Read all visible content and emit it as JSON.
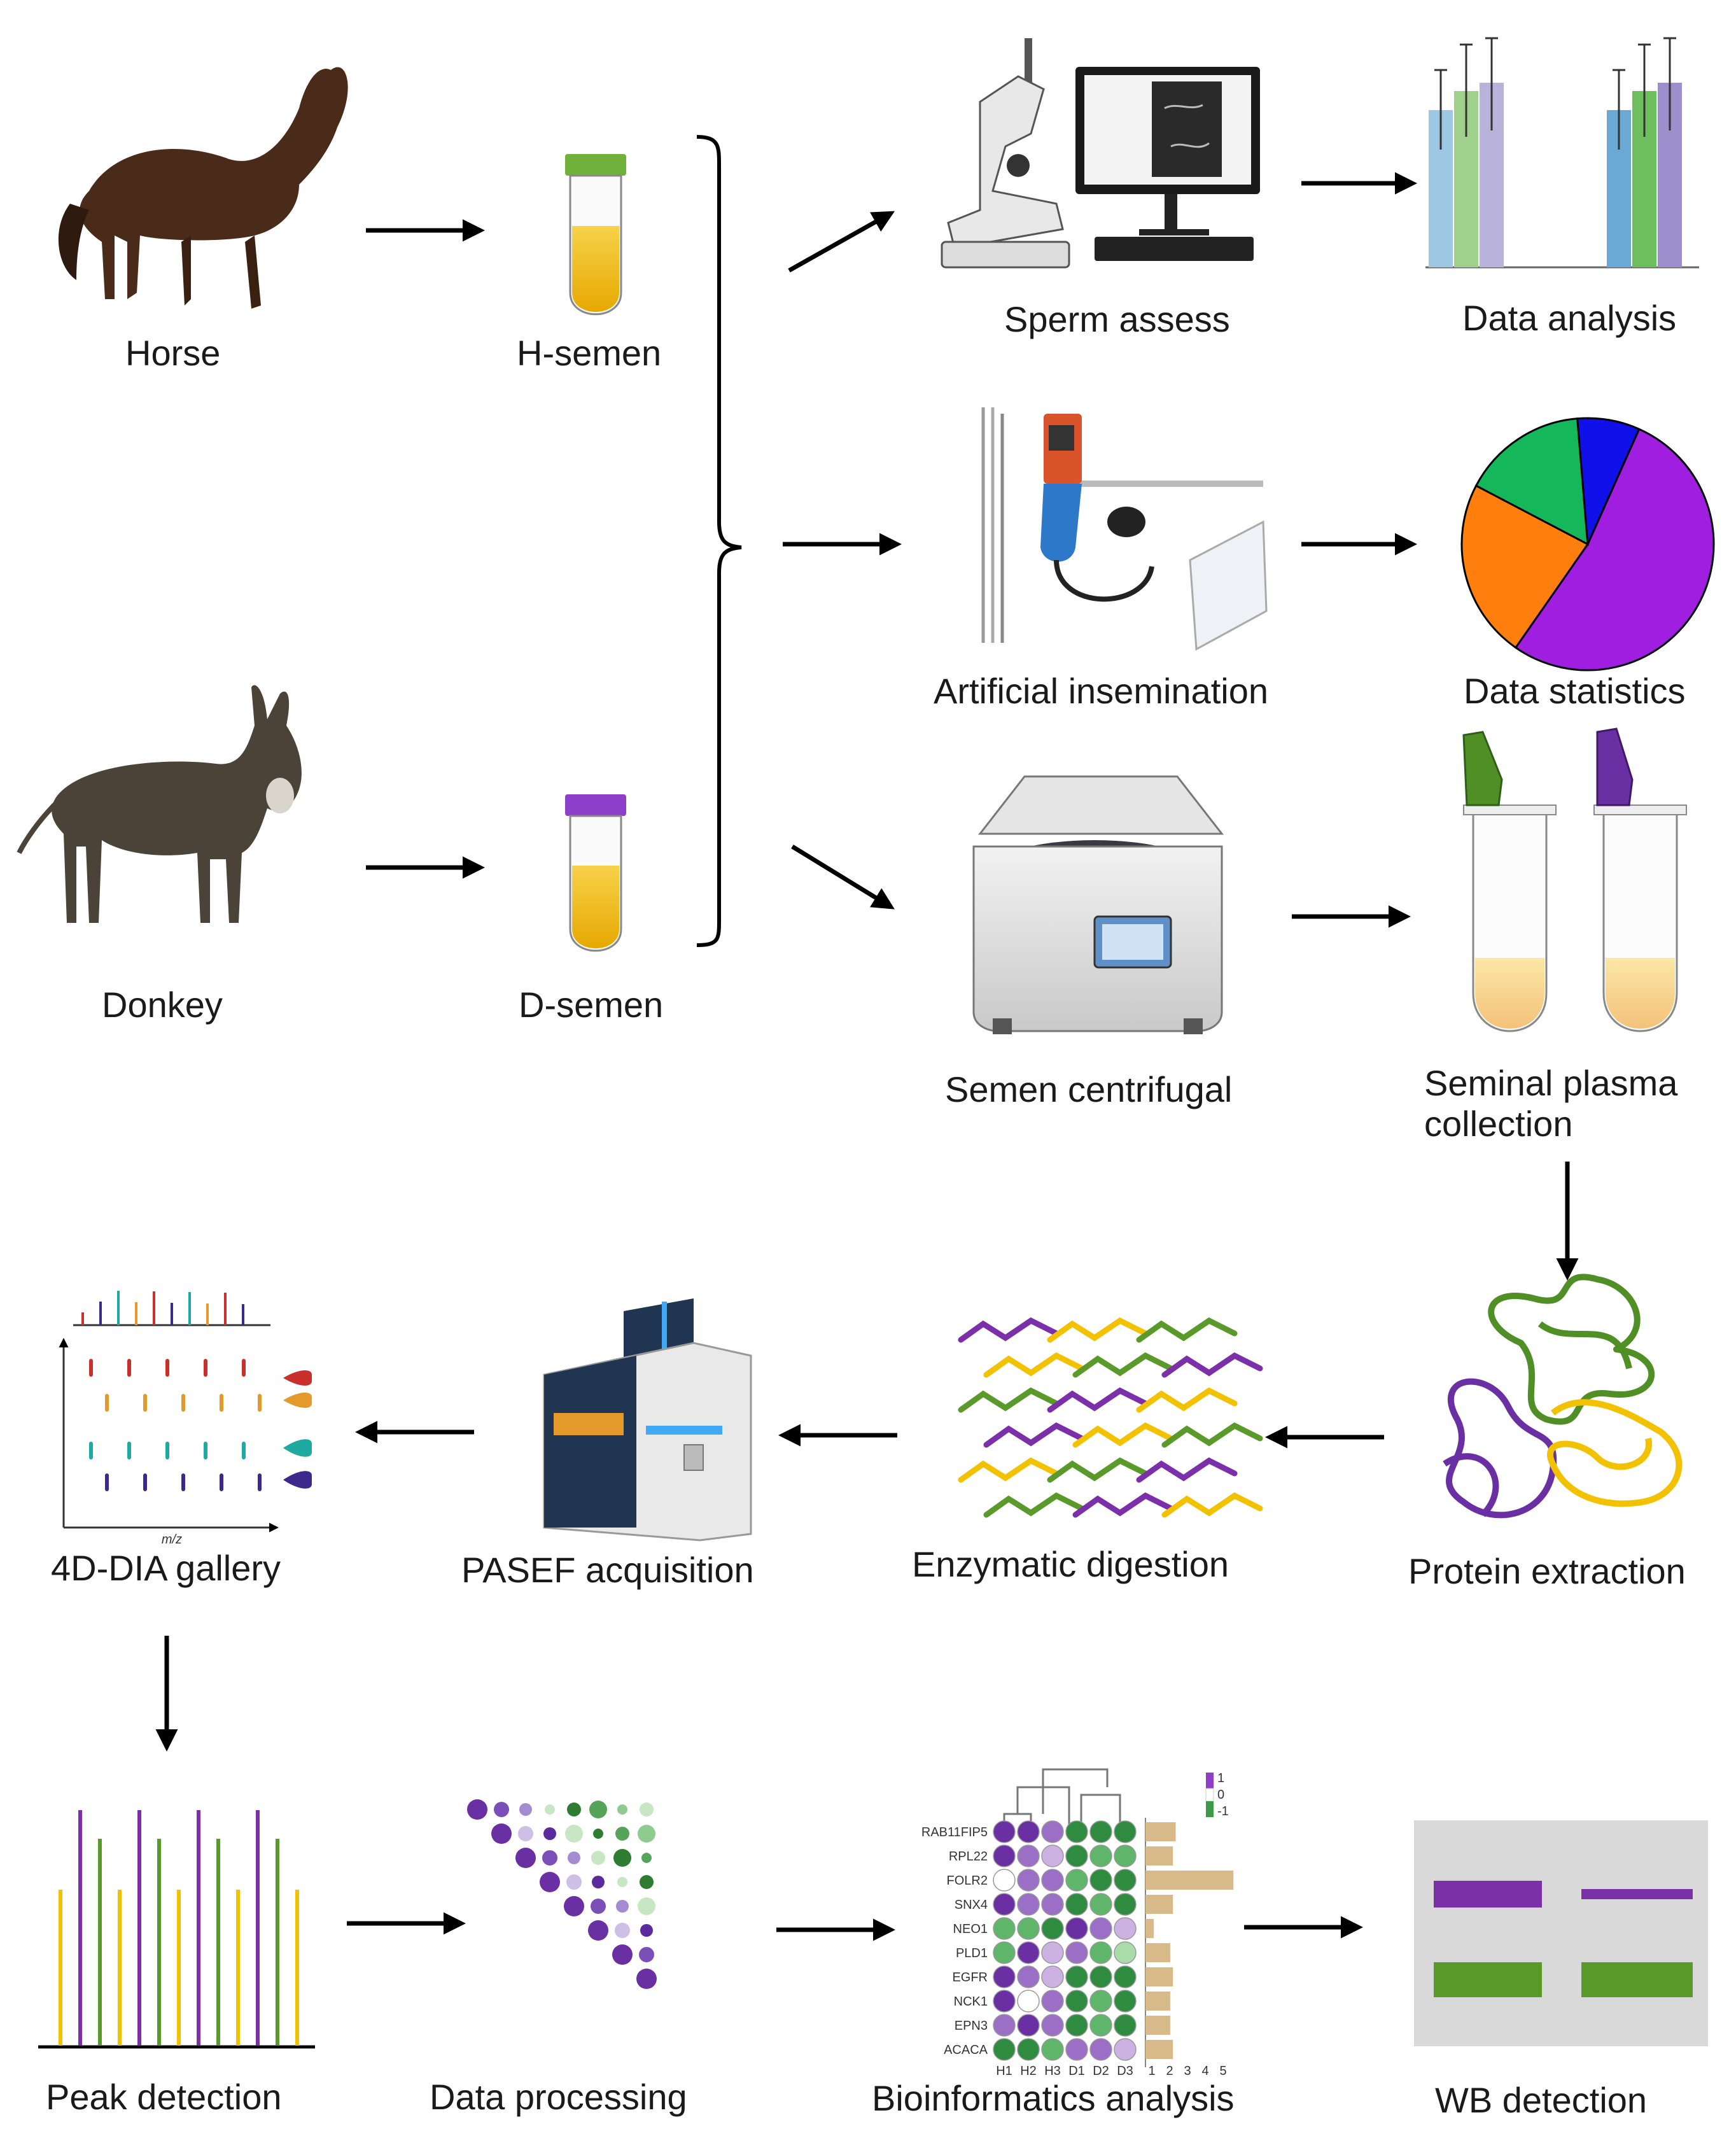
{
  "labels": {
    "horse": "Horse",
    "h_semen": "H-semen",
    "donkey": "Donkey",
    "d_semen": "D-semen",
    "sperm_assess": "Sperm assess",
    "data_analysis": "Data analysis",
    "artificial_insemination": "Artificial insemination",
    "data_statistics": "Data statistics",
    "semen_centrifugal": "Semen centrifugal",
    "seminal_plasma_collection": "Seminal plasma collection",
    "protein_extraction": "Protein extraction",
    "enzymatic_digestion": "Enzymatic digestion",
    "pasef_acquisition": "PASEF acquisition",
    "dia_gallery": "4D-DIA gallery",
    "peak_detection": "Peak detection",
    "data_processing": "Data processing",
    "bioinformatics_analysis": "Bioinformatics analysis",
    "wb_detection": "WB detection"
  },
  "heatmap": {
    "genes": [
      "RAB11FIP5",
      "RPL22",
      "FOLR2",
      "SNX4",
      "NEO1",
      "PLD1",
      "EGFR",
      "NCK1",
      "EPN3",
      "ACACA"
    ],
    "samples": [
      "H1",
      "H2",
      "H3",
      "D1",
      "D2",
      "D3"
    ],
    "bar_axis": [
      "1",
      "2",
      "3",
      "4",
      "5"
    ],
    "legend_ticks": [
      "1",
      "0",
      "-1"
    ]
  },
  "gallery_axis": "m/z",
  "colors": {
    "purple": "#7b2fa8",
    "green": "#5a9a2a",
    "yellow": "#f2c200",
    "horse_cap": "#6fb13b",
    "donkey_cap": "#8e3fc9",
    "wb_background": "#d9d9d9",
    "bar_tan": "#d8b98a"
  },
  "icons": [
    "horse-photo",
    "donkey-photo",
    "semen-tube-icon",
    "microscope-computer-icon",
    "insemination-kit-icon",
    "centrifuge-icon",
    "plasma-tubes-icon",
    "protein-tangle-icon",
    "peptide-fragments-icon",
    "mass-spectrometer-icon",
    "dia-gallery-icon",
    "peak-chart-icon",
    "correlation-matrix-icon",
    "heatmap-icon",
    "bar-chart-icon",
    "pie-chart-icon",
    "western-blot-icon"
  ]
}
